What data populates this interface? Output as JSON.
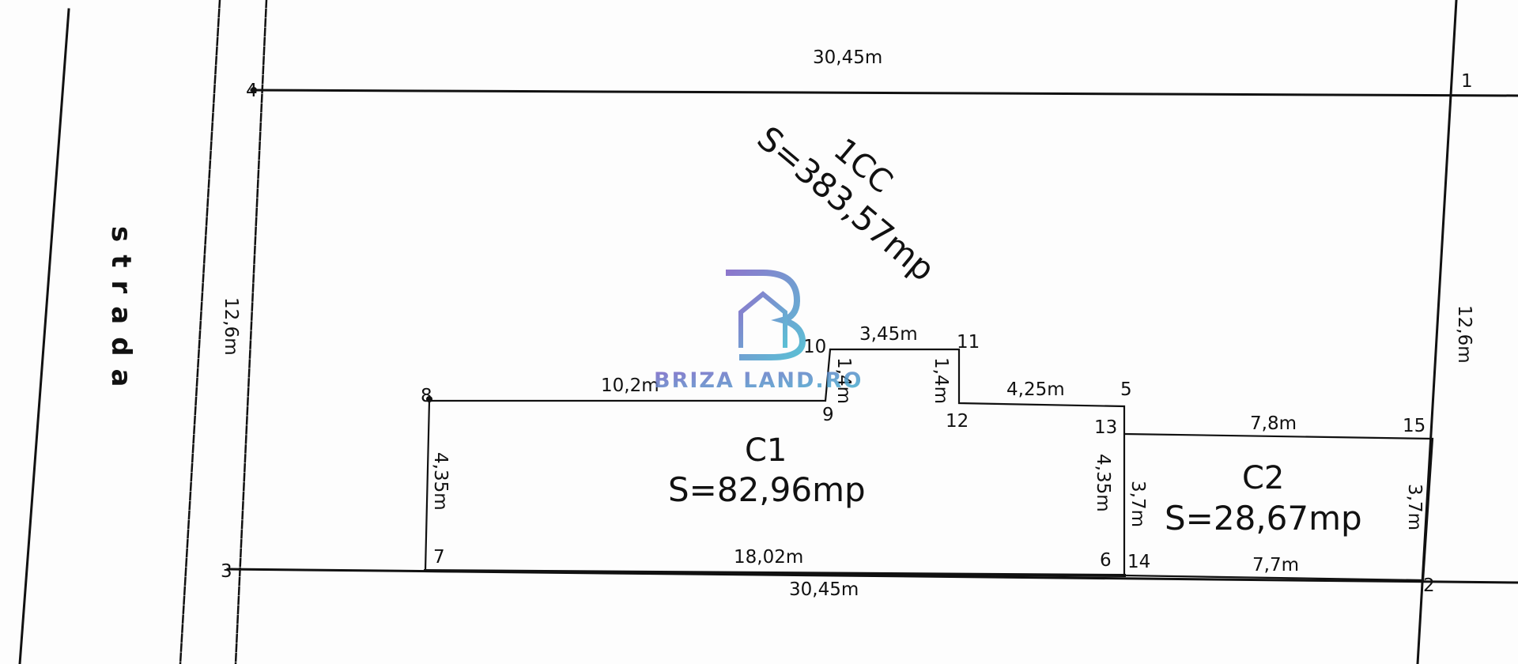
{
  "street": {
    "label": "strada"
  },
  "parcel": {
    "name": "1CC",
    "area": "S=383,57mp",
    "top_length": "30,45m",
    "bottom_length": "30,45m",
    "left_width": "12,6m",
    "right_width": "12,6m"
  },
  "building_c1": {
    "name": "C1",
    "area": "S=82,96mp",
    "dims": {
      "top_left": "10,2m",
      "top_notch": "3,45m",
      "notch_left": "1,4m",
      "notch_right": "1,4m",
      "top_right": "4,25m",
      "left": "4,35m",
      "right": "4,35m",
      "bottom": "18,02m"
    }
  },
  "building_c2": {
    "name": "C2",
    "area": "S=28,67mp",
    "dims": {
      "top": "7,8m",
      "bottom": "7,7m",
      "left": "3,7m",
      "right": "3,7m"
    }
  },
  "points": {
    "p1": "1",
    "p2": "2",
    "p3": "3",
    "p4": "4",
    "p5": "5",
    "p6": "6",
    "p7": "7",
    "p8": "8",
    "p9": "9",
    "p10": "10",
    "p11": "11",
    "p12": "12",
    "p13": "13",
    "p14": "14",
    "p15": "15"
  },
  "watermark": {
    "text": "BRIZA LAND.RO",
    "logo_icon": "house-b-logo-icon",
    "colors": {
      "from": "#7a5fc4",
      "to": "#3fb6cf"
    }
  }
}
